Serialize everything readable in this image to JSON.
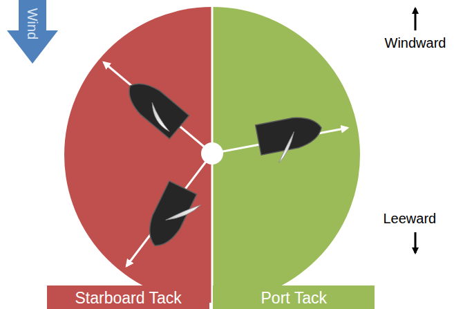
{
  "diagram": {
    "nodes": [
      {
        "text": [
          "Wind"
        ]
      },
      {
        "text": [
          "Starboard Tack"
        ]
      },
      {
        "text": [
          "Port Tack"
        ]
      }
    ],
    "labels": [
      "Windward",
      "Leeward"
    ]
  }
}
